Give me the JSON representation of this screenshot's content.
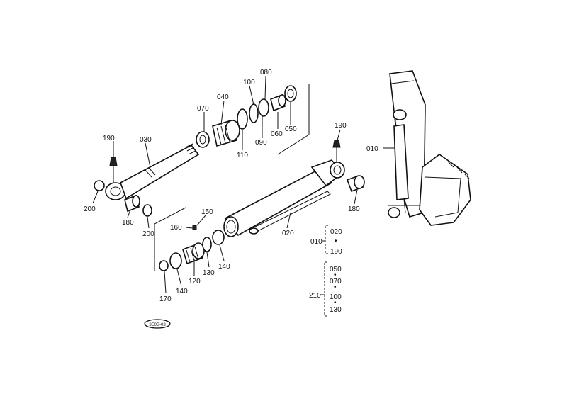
{
  "diagram": {
    "part_labels": {
      "p190a": "190",
      "p030": "030",
      "p070": "070",
      "p040": "040",
      "p100": "100",
      "p080": "080",
      "p110": "110",
      "p090": "090",
      "p060": "060",
      "p050": "050",
      "p200a": "200",
      "p180a": "180",
      "p200b": "200",
      "p190b": "190",
      "p010": "010",
      "p180b": "180",
      "p150": "150",
      "p160": "160",
      "p020": "020",
      "p140a": "140",
      "p130": "130",
      "p120": "120",
      "p140b": "140",
      "p170": "170"
    },
    "kit_010": {
      "label": "010",
      "items": [
        "020",
        "190"
      ]
    },
    "kit_210": {
      "label": "210",
      "items": [
        "050",
        "070",
        "100",
        "130"
      ]
    },
    "stamp": "3E0B-03"
  },
  "icons": [
    "cylinder-rod-icon",
    "cylinder-tube-icon",
    "seal-ring-icon",
    "bushing-icon",
    "grease-nipple-icon",
    "backhoe-arm-icon"
  ]
}
